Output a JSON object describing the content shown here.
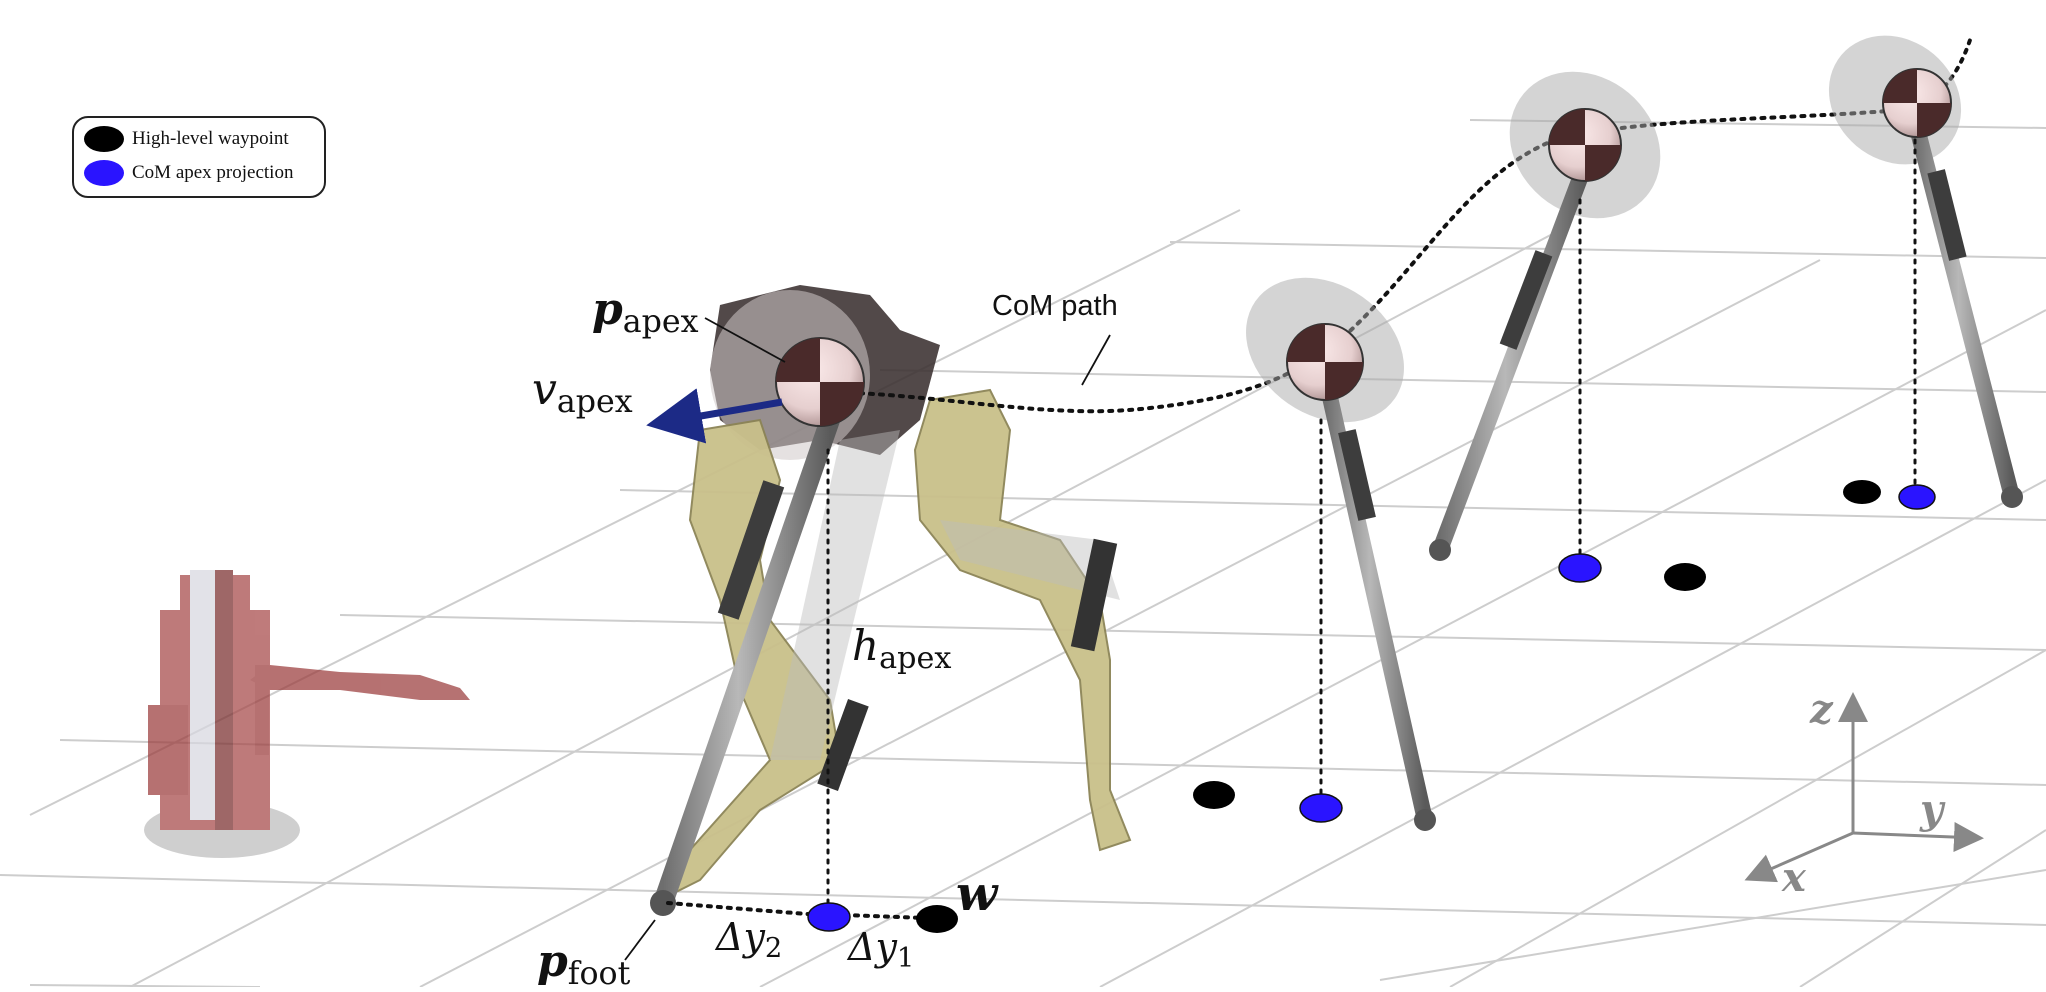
{
  "legend": {
    "items": [
      {
        "label": "High-level waypoint",
        "color": "#000000"
      },
      {
        "label": "CoM apex projection",
        "color": "#2a14ff"
      }
    ]
  },
  "labels": {
    "p_apex": {
      "symbol": "p",
      "sub": "apex"
    },
    "v_apex": {
      "symbol": "v",
      "sub": "apex"
    },
    "com_path": "CoM path",
    "h_apex": {
      "symbol": "h",
      "sub": "apex"
    },
    "p_foot": {
      "symbol": "p",
      "sub": "foot"
    },
    "dy2": {
      "symbol": "Δy",
      "sub": "2"
    },
    "dy1": {
      "symbol": "Δy",
      "sub": "1"
    },
    "w": "w"
  },
  "axes": {
    "x": "x",
    "y": "y",
    "z": "z"
  },
  "colors": {
    "waypoint": "#000000",
    "apex_projection": "#2a14ff",
    "velocity_arrow": "#1c2a86",
    "grid": "#c8c8c8",
    "leg": "#8a8a8a",
    "robot_leg": "#c9c08a",
    "manipulator": "#8e3a3a"
  }
}
